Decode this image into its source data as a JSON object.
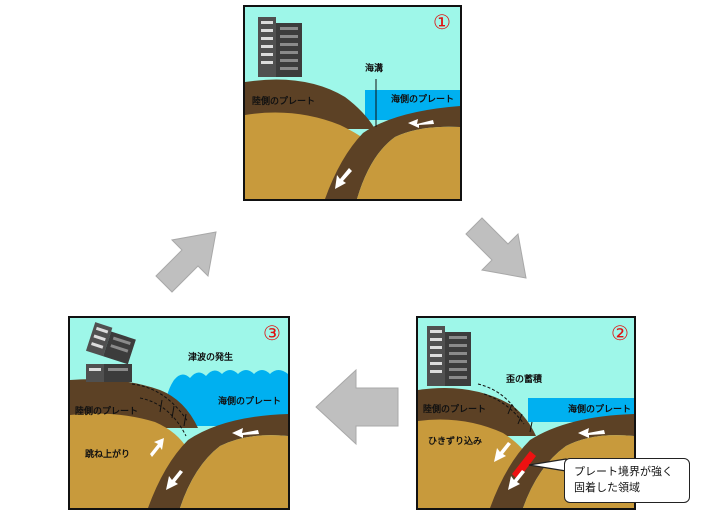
{
  "panel1": {
    "number": "①",
    "labels": {
      "trench": "海溝",
      "land_plate": "陸側のプレート",
      "ocean_plate": "海側のプレート"
    }
  },
  "panel2": {
    "number": "②",
    "labels": {
      "strain": "歪の蓄積",
      "land_plate": "陸側のプレート",
      "ocean_plate": "海側のプレート",
      "drag": "ひきずり込み"
    },
    "callout": [
      "プレート境界が強く",
      "固着した領域"
    ]
  },
  "panel3": {
    "number": "③",
    "labels": {
      "tsunami": "津波の発生",
      "land_plate": "陸側のプレート",
      "ocean_plate": "海側のプレート",
      "rebound": "跳ね上がり"
    }
  },
  "colors": {
    "sky": "#9ef7e9",
    "sea": "#00b0f0",
    "plate": "#5c4125",
    "ground": "#c89a3c",
    "building": "#505050",
    "cycle_arrow": "#bfbfbf",
    "fixed_zone": "#ee1111"
  }
}
